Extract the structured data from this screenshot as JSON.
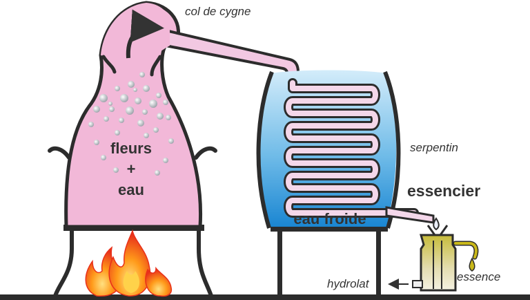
{
  "labels": {
    "neck": "col de cygne",
    "contents_line1": "fleurs",
    "contents_line2": "+",
    "contents_line3": "eau",
    "coil": "serpentin",
    "cold_water": "eau froide",
    "separator": "essencier",
    "hydrosol": "hydrolat",
    "oil": "essence"
  },
  "colors": {
    "still": "#f2b8d8",
    "water_top": "#c9e6f7",
    "water_bottom": "#1f8ed8",
    "coil": "#f4d7ea",
    "flame_outer": "#e8301a",
    "flame_inner": "#ffb020",
    "oil": "#c9b81a",
    "outline": "#333333"
  }
}
